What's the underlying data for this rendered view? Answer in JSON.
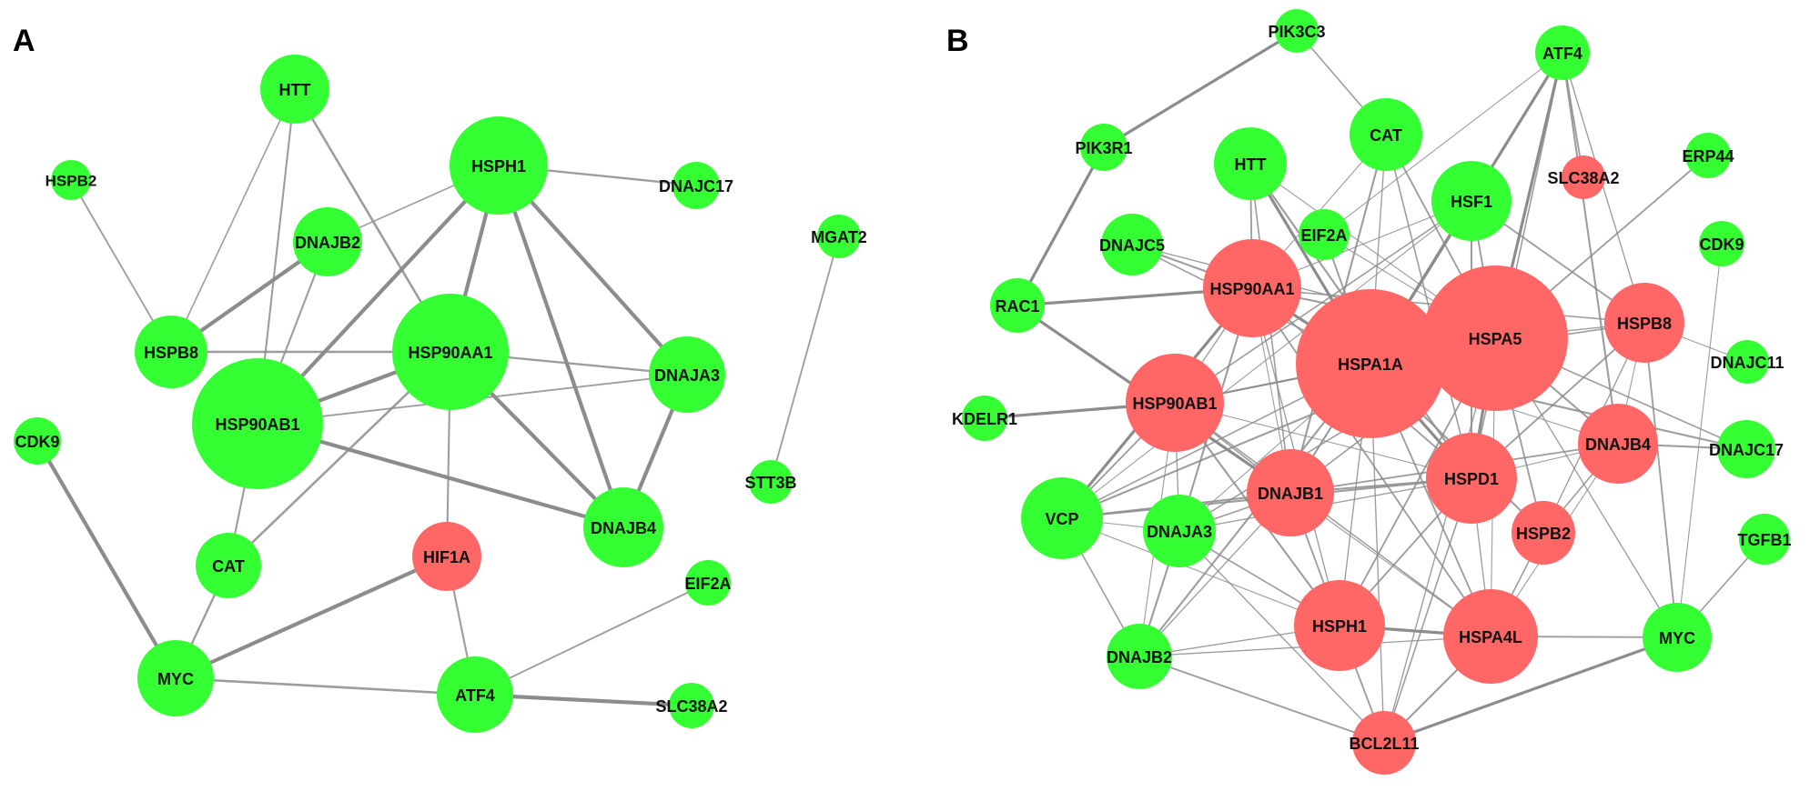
{
  "colors": {
    "green": "#33ff33",
    "red": "#ff6666",
    "edge": "#8c8c8c"
  },
  "panels": [
    {
      "id": "A",
      "letter": "A",
      "nodes": [
        {
          "id": "HTT",
          "label": "HTT",
          "color": "green"
        },
        {
          "id": "HSPB2",
          "label": "HSPB2",
          "color": "green"
        },
        {
          "id": "HSPH1",
          "label": "HSPH1",
          "color": "green"
        },
        {
          "id": "DNAJC17",
          "label": "DNAJC17",
          "color": "green"
        },
        {
          "id": "MGAT2",
          "label": "MGAT2",
          "color": "green"
        },
        {
          "id": "DNAJB2",
          "label": "DNAJB2",
          "color": "green"
        },
        {
          "id": "HSPB8",
          "label": "HSPB8",
          "color": "green"
        },
        {
          "id": "HSP90AA1",
          "label": "HSP90AA1",
          "color": "green"
        },
        {
          "id": "DNAJA3",
          "label": "DNAJA3",
          "color": "green"
        },
        {
          "id": "HSP90AB1",
          "label": "HSP90AB1",
          "color": "green"
        },
        {
          "id": "CDK9",
          "label": "CDK9",
          "color": "green"
        },
        {
          "id": "STT3B",
          "label": "STT3B",
          "color": "green"
        },
        {
          "id": "DNAJB4",
          "label": "DNAJB4",
          "color": "green"
        },
        {
          "id": "HIF1A",
          "label": "HIF1A",
          "color": "red"
        },
        {
          "id": "CAT",
          "label": "CAT",
          "color": "green"
        },
        {
          "id": "EIF2A",
          "label": "EIF2A",
          "color": "green"
        },
        {
          "id": "MYC",
          "label": "MYC",
          "color": "green"
        },
        {
          "id": "ATF4",
          "label": "ATF4",
          "color": "green"
        },
        {
          "id": "SLC38A2",
          "label": "SLC38A2",
          "color": "green"
        }
      ],
      "edges": [
        [
          "HTT",
          "HSPB8"
        ],
        [
          "HTT",
          "HSP90AB1"
        ],
        [
          "HTT",
          "HSP90AA1"
        ],
        [
          "HSPB2",
          "HSPB8"
        ],
        [
          "HSPH1",
          "DNAJC17"
        ],
        [
          "HSPH1",
          "DNAJB2"
        ],
        [
          "HSPH1",
          "HSP90AB1"
        ],
        [
          "HSPH1",
          "HSP90AA1"
        ],
        [
          "HSPH1",
          "DNAJA3"
        ],
        [
          "HSPH1",
          "DNAJB4"
        ],
        [
          "DNAJB2",
          "HSPB8"
        ],
        [
          "DNAJB2",
          "HSP90AB1"
        ],
        [
          "HSPB8",
          "HSP90AA1"
        ],
        [
          "HSP90AA1",
          "HSP90AB1"
        ],
        [
          "HSP90AA1",
          "DNAJA3"
        ],
        [
          "HSP90AA1",
          "DNAJB4"
        ],
        [
          "HSP90AA1",
          "HIF1A"
        ],
        [
          "HSP90AA1",
          "CAT"
        ],
        [
          "DNAJA3",
          "HSP90AB1"
        ],
        [
          "DNAJA3",
          "DNAJB4"
        ],
        [
          "HSP90AB1",
          "DNAJB4"
        ],
        [
          "HSP90AB1",
          "CAT"
        ],
        [
          "CDK9",
          "MYC"
        ],
        [
          "MGAT2",
          "STT3B"
        ],
        [
          "CAT",
          "MYC"
        ],
        [
          "HIF1A",
          "MYC"
        ],
        [
          "HIF1A",
          "ATF4"
        ],
        [
          "MYC",
          "ATF4"
        ],
        [
          "ATF4",
          "EIF2A"
        ],
        [
          "ATF4",
          "SLC38A2"
        ]
      ]
    },
    {
      "id": "B",
      "letter": "B",
      "nodes": [
        {
          "id": "PIK3C3",
          "label": "PIK3C3",
          "color": "green"
        },
        {
          "id": "ATF4",
          "label": "ATF4",
          "color": "green"
        },
        {
          "id": "CAT",
          "label": "CAT",
          "color": "green"
        },
        {
          "id": "PIK3R1",
          "label": "PIK3R1",
          "color": "green"
        },
        {
          "id": "HTT",
          "label": "HTT",
          "color": "green"
        },
        {
          "id": "SLC38A2",
          "label": "SLC38A2",
          "color": "red"
        },
        {
          "id": "ERP44",
          "label": "ERP44",
          "color": "green"
        },
        {
          "id": "HSF1",
          "label": "HSF1",
          "color": "green"
        },
        {
          "id": "DNAJC5",
          "label": "DNAJC5",
          "color": "green"
        },
        {
          "id": "EIF2A",
          "label": "EIF2A",
          "color": "green"
        },
        {
          "id": "CDK9",
          "label": "CDK9",
          "color": "green"
        },
        {
          "id": "HSP90AA1",
          "label": "HSP90AA1",
          "color": "red"
        },
        {
          "id": "RAC1",
          "label": "RAC1",
          "color": "green"
        },
        {
          "id": "HSPA5",
          "label": "HSPA5",
          "color": "red"
        },
        {
          "id": "HSPB8",
          "label": "HSPB8",
          "color": "red"
        },
        {
          "id": "DNAJC11",
          "label": "DNAJC11",
          "color": "green"
        },
        {
          "id": "HSPA1A",
          "label": "HSPA1A",
          "color": "red"
        },
        {
          "id": "HSP90AB1",
          "label": "HSP90AB1",
          "color": "red"
        },
        {
          "id": "KDELR1",
          "label": "KDELR1",
          "color": "green"
        },
        {
          "id": "DNAJB4",
          "label": "DNAJB4",
          "color": "red"
        },
        {
          "id": "DNAJC17",
          "label": "DNAJC17",
          "color": "green"
        },
        {
          "id": "HSPD1",
          "label": "HSPD1",
          "color": "red"
        },
        {
          "id": "DNAJB1",
          "label": "DNAJB1",
          "color": "red"
        },
        {
          "id": "VCP",
          "label": "VCP",
          "color": "green"
        },
        {
          "id": "DNAJA3",
          "label": "DNAJA3",
          "color": "green"
        },
        {
          "id": "HSPB2",
          "label": "HSPB2",
          "color": "red"
        },
        {
          "id": "TGFB1",
          "label": "TGFB1",
          "color": "green"
        },
        {
          "id": "HSPH1",
          "label": "HSPH1",
          "color": "red"
        },
        {
          "id": "HSPA4L",
          "label": "HSPA4L",
          "color": "red"
        },
        {
          "id": "MYC",
          "label": "MYC",
          "color": "green"
        },
        {
          "id": "DNAJB2",
          "label": "DNAJB2",
          "color": "green"
        },
        {
          "id": "BCL2L11",
          "label": "BCL2L11",
          "color": "red"
        }
      ],
      "edges": [
        [
          "PIK3C3",
          "PIK3R1"
        ],
        [
          "PIK3C3",
          "CAT"
        ],
        [
          "PIK3R1",
          "RAC1"
        ],
        [
          "RAC1",
          "HSP90AA1"
        ],
        [
          "RAC1",
          "DNAJB1"
        ],
        [
          "KDELR1",
          "HSP90AB1"
        ],
        [
          "ATF4",
          "HSF1"
        ],
        [
          "ATF4",
          "HSPA5"
        ],
        [
          "ATF4",
          "HSPA1A"
        ],
        [
          "ATF4",
          "SLC38A2"
        ],
        [
          "ATF4",
          "EIF2A"
        ],
        [
          "ATF4",
          "HSPD1"
        ],
        [
          "ATF4",
          "DNAJB4"
        ],
        [
          "ATF4",
          "HSPB8"
        ],
        [
          "ERP44",
          "HSPA5"
        ],
        [
          "CDK9",
          "MYC"
        ],
        [
          "TGFB1",
          "MYC"
        ],
        [
          "MYC",
          "BCL2L11"
        ],
        [
          "MYC",
          "HSPA5"
        ],
        [
          "MYC",
          "HSPB8"
        ],
        [
          "DNAJC11",
          "HSPB8"
        ],
        [
          "DNAJC17",
          "HSPA5"
        ],
        [
          "DNAJC17",
          "HSPA1A"
        ],
        [
          "CAT",
          "HSPA1A"
        ],
        [
          "CAT",
          "HSPA5"
        ],
        [
          "CAT",
          "HSP90AA1"
        ],
        [
          "CAT",
          "HSPD1"
        ],
        [
          "CAT",
          "DNAJB1"
        ],
        [
          "HTT",
          "HSPA1A"
        ],
        [
          "HTT",
          "HSP90AA1"
        ],
        [
          "HTT",
          "HSPA5"
        ],
        [
          "HTT",
          "DNAJB1"
        ],
        [
          "HTT",
          "HSPD1"
        ],
        [
          "HSF1",
          "HSPA1A"
        ],
        [
          "HSF1",
          "HSPA5"
        ],
        [
          "HSF1",
          "HSP90AA1"
        ],
        [
          "HSF1",
          "HSP90AB1"
        ],
        [
          "HSF1",
          "HSPD1"
        ],
        [
          "HSF1",
          "DNAJB1"
        ],
        [
          "HSF1",
          "HSPB8"
        ],
        [
          "HSF1",
          "VCP"
        ],
        [
          "DNAJC5",
          "HSPA1A"
        ],
        [
          "DNAJC5",
          "HSP90AA1"
        ],
        [
          "DNAJC5",
          "HSPA5"
        ],
        [
          "EIF2A",
          "HSPA1A"
        ],
        [
          "EIF2A",
          "HSPA5"
        ],
        [
          "HSP90AA1",
          "HSPA1A"
        ],
        [
          "HSP90AA1",
          "HSPA5"
        ],
        [
          "HSP90AA1",
          "HSP90AB1"
        ],
        [
          "HSP90AA1",
          "HSPD1"
        ],
        [
          "HSP90AA1",
          "DNAJB1"
        ],
        [
          "HSP90AA1",
          "HSPB8"
        ],
        [
          "HSP90AA1",
          "DNAJA3"
        ],
        [
          "HSP90AA1",
          "HSPH1"
        ],
        [
          "HSP90AA1",
          "HSPA4L"
        ],
        [
          "HSP90AA1",
          "VCP"
        ],
        [
          "HSPA1A",
          "HSPA5"
        ],
        [
          "HSPA1A",
          "HSP90AB1"
        ],
        [
          "HSPA1A",
          "HSPD1"
        ],
        [
          "HSPA1A",
          "DNAJB1"
        ],
        [
          "HSPA1A",
          "DNAJB4"
        ],
        [
          "HSPA1A",
          "HSPB8"
        ],
        [
          "HSPA1A",
          "HSPB2"
        ],
        [
          "HSPA1A",
          "HSPH1"
        ],
        [
          "HSPA1A",
          "HSPA4L"
        ],
        [
          "HSPA1A",
          "DNAJA3"
        ],
        [
          "HSPA1A",
          "VCP"
        ],
        [
          "HSPA1A",
          "DNAJB2"
        ],
        [
          "HSPA1A",
          "BCL2L11"
        ],
        [
          "HSPA5",
          "HSP90AB1"
        ],
        [
          "HSPA5",
          "HSPD1"
        ],
        [
          "HSPA5",
          "DNAJB1"
        ],
        [
          "HSPA5",
          "DNAJB4"
        ],
        [
          "HSPA5",
          "HSPB8"
        ],
        [
          "HSPA5",
          "HSPH1"
        ],
        [
          "HSPA5",
          "HSPA4L"
        ],
        [
          "HSPA5",
          "DNAJA3"
        ],
        [
          "HSPA5",
          "VCP"
        ],
        [
          "HSPA5",
          "BCL2L11"
        ],
        [
          "HSPA5",
          "HSPB2"
        ],
        [
          "HSP90AB1",
          "HSPD1"
        ],
        [
          "HSP90AB1",
          "DNAJB1"
        ],
        [
          "HSP90AB1",
          "HSPH1"
        ],
        [
          "HSP90AB1",
          "DNAJA3"
        ],
        [
          "HSP90AB1",
          "VCP"
        ],
        [
          "HSP90AB1",
          "DNAJB2"
        ],
        [
          "HSP90AB1",
          "HSPA4L"
        ],
        [
          "HSPD1",
          "DNAJB1"
        ],
        [
          "HSPD1",
          "HSPA4L"
        ],
        [
          "HSPD1",
          "HSPH1"
        ],
        [
          "HSPD1",
          "DNAJB4"
        ],
        [
          "HSPD1",
          "BCL2L11"
        ],
        [
          "HSPD1",
          "VCP"
        ],
        [
          "HSPD1",
          "DNAJA3"
        ],
        [
          "DNAJB1",
          "HSPH1"
        ],
        [
          "DNAJB1",
          "HSPA4L"
        ],
        [
          "DNAJB1",
          "DNAJA3"
        ],
        [
          "DNAJB1",
          "VCP"
        ],
        [
          "DNAJB1",
          "DNAJB2"
        ],
        [
          "DNAJB1",
          "DNAJB4"
        ],
        [
          "DNAJB4",
          "HSPA4L"
        ],
        [
          "DNAJB4",
          "HSPB2"
        ],
        [
          "DNAJB4",
          "DNAJC17"
        ],
        [
          "HSPB8",
          "HSPB2"
        ],
        [
          "HSPB8",
          "HSPD1"
        ],
        [
          "HSPB8",
          "DNAJB4"
        ],
        [
          "HSPB2",
          "HSPA4L"
        ],
        [
          "HSPH1",
          "HSPA4L"
        ],
        [
          "HSPH1",
          "DNAJB2"
        ],
        [
          "HSPH1",
          "BCL2L11"
        ],
        [
          "HSPH1",
          "VCP"
        ],
        [
          "HSPH1",
          "DNAJA3"
        ],
        [
          "HSPA4L",
          "BCL2L11"
        ],
        [
          "HSPA4L",
          "DNAJB2"
        ],
        [
          "HSPA4L",
          "MYC"
        ],
        [
          "VCP",
          "DNAJA3"
        ],
        [
          "VCP",
          "DNAJB2"
        ],
        [
          "DNAJA3",
          "DNAJB2"
        ],
        [
          "DNAJA3",
          "BCL2L11"
        ],
        [
          "DNAJB2",
          "BCL2L11"
        ]
      ]
    }
  ]
}
